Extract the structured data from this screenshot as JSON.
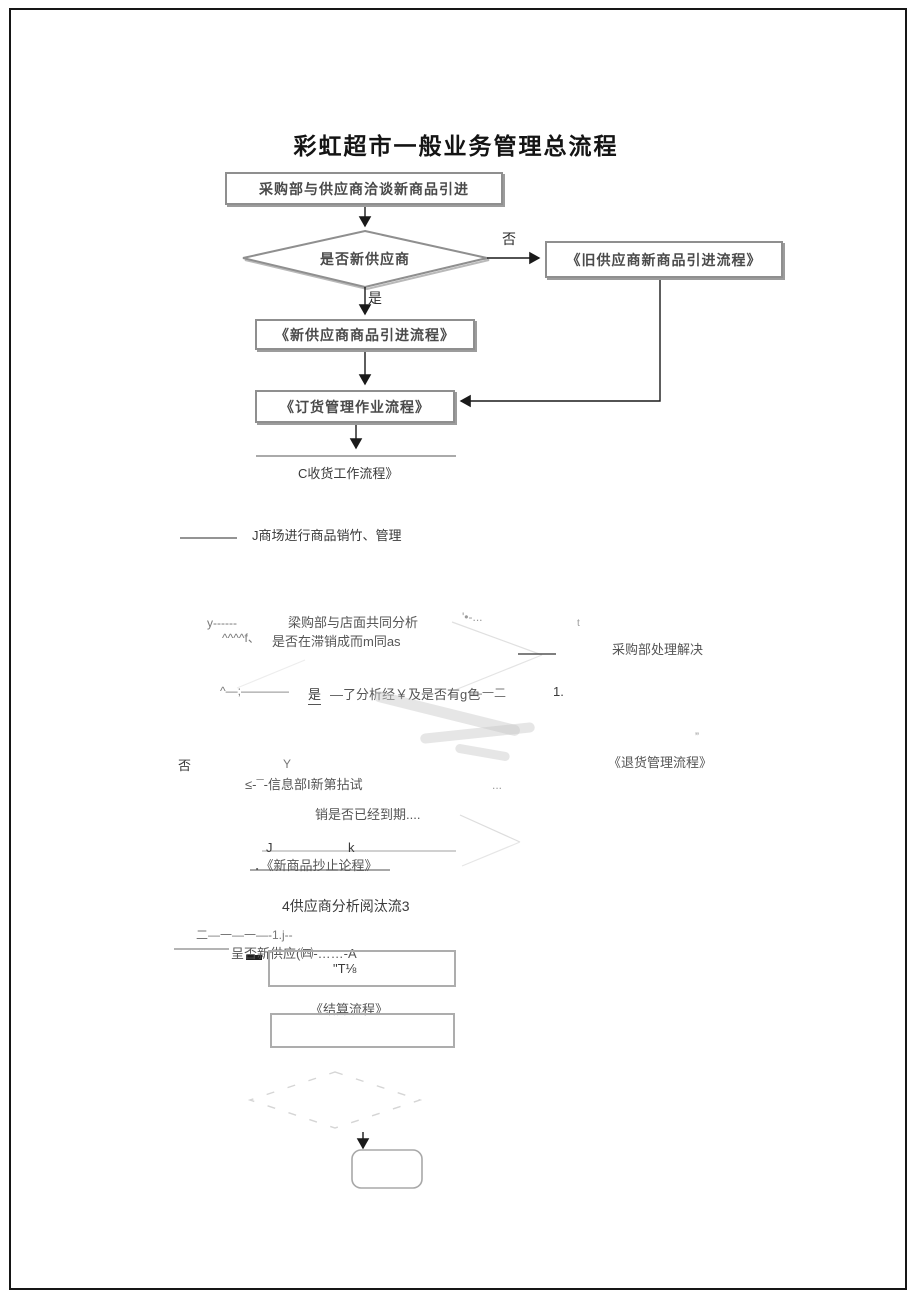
{
  "title": "彩虹超市一般业务管理总流程",
  "flow": {
    "start": "采购部与供应商洽谈新商品引进",
    "decision_new_supplier": "是否新供应商",
    "no": "否",
    "yes": "是",
    "old_supplier": "《旧供应商新商品引进流程》",
    "new_supplier": "《新供应商商品引进流程》",
    "order": "《订货管理作业流程》",
    "receive": "C收货工作流程》",
    "sales_note": "J商场进行商品销竹、管理"
  },
  "faded": {
    "frag_y": "y------",
    "analysis": "梁购部与店面共同分析",
    "dots1": "'•-...",
    "frag_t": "t",
    "frag_caret": "^^^^f、",
    "slow_sales": "是否在滞销成而m同as",
    "purchasing_resolve": "采购部处理解决",
    "frag_semicolon": "^—;————",
    "yes2": "是",
    "analysis_result": "—了分析经￥及是否有g色",
    "frag_dash2": "—一二",
    "frag_1": "1.",
    "no2": "否",
    "frag_Y": "Y",
    "quote": "”",
    "return_flow": "《退货管理流程》",
    "info_dept": "≤-¯-信息部I新第拈试",
    "dots2": "...",
    "expired": "销是否已经到期....",
    "frag_J": "J",
    "frag_k": "k",
    "new_product_stop": "．《新商品抄止论程》",
    "supplier_analysis": "4供应商分析阅汰流3",
    "frag_dashes3": "二—一—一—-1.j--",
    "new_supplier2": "呈否新供应(㈣-……-A",
    "frag_t2": "\"T⅛",
    "settlement": "《结算流程》"
  }
}
